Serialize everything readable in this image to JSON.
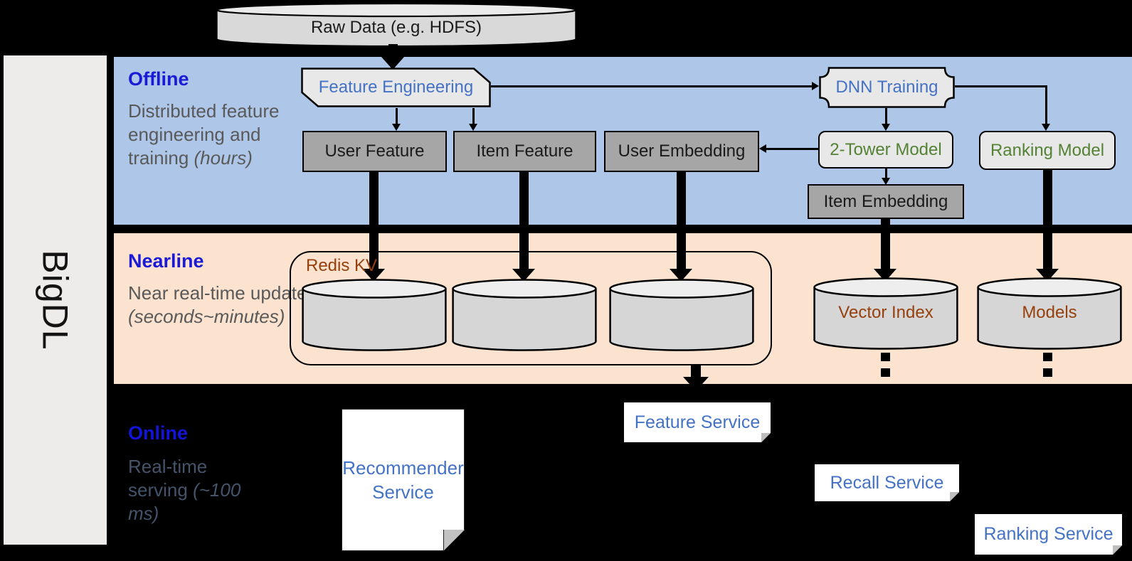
{
  "sidebar": {
    "brand": "BigDL"
  },
  "raw_data": {
    "label": "Raw Data (e.g. HDFS)"
  },
  "bands": {
    "offline": {
      "title": "Offline",
      "desc": "Distributed feature engineering and training",
      "desc_italic": "(hours)"
    },
    "nearline": {
      "title": "Nearline",
      "desc": "Near real-time update",
      "desc_italic": "(seconds~minutes)"
    },
    "online": {
      "title": "Online",
      "desc": "Real-time serving",
      "desc_italic": "(~100 ms)"
    }
  },
  "nodes": {
    "feature_engineering": "Feature Engineering",
    "dnn_training": "DNN Training",
    "user_feature": "User Feature",
    "item_feature": "Item Feature",
    "user_embedding": "User Embedding",
    "two_tower_model": "2-Tower Model",
    "ranking_model": "Ranking Model",
    "item_embedding": "Item Embedding",
    "redis_kv": "Redis KV",
    "vector_index": "Vector Index",
    "models": "Models",
    "recommender_service": "Recommender Service",
    "feature_service": "Feature Service",
    "recall_service": "Recall Service",
    "ranking_service": "Ranking Service"
  },
  "colors": {
    "background": "#000000",
    "sidebar": "#edecea",
    "offline_band": "#aec6e8",
    "nearline_band": "#fbe3d0",
    "band_title_blue": "#1b1bd6",
    "band_desc_gray": "#595959",
    "online_desc_gray": "#44546a",
    "process_text_blue": "#4472c4",
    "model_text_green": "#548235",
    "storage_text_brown": "#96400d",
    "gray_box_fill": "#a6a6a6",
    "light_box_fill": "#e9e8e8",
    "cylinder_fill": "#d6d6d6",
    "service_card_fill": "#ffffff"
  }
}
